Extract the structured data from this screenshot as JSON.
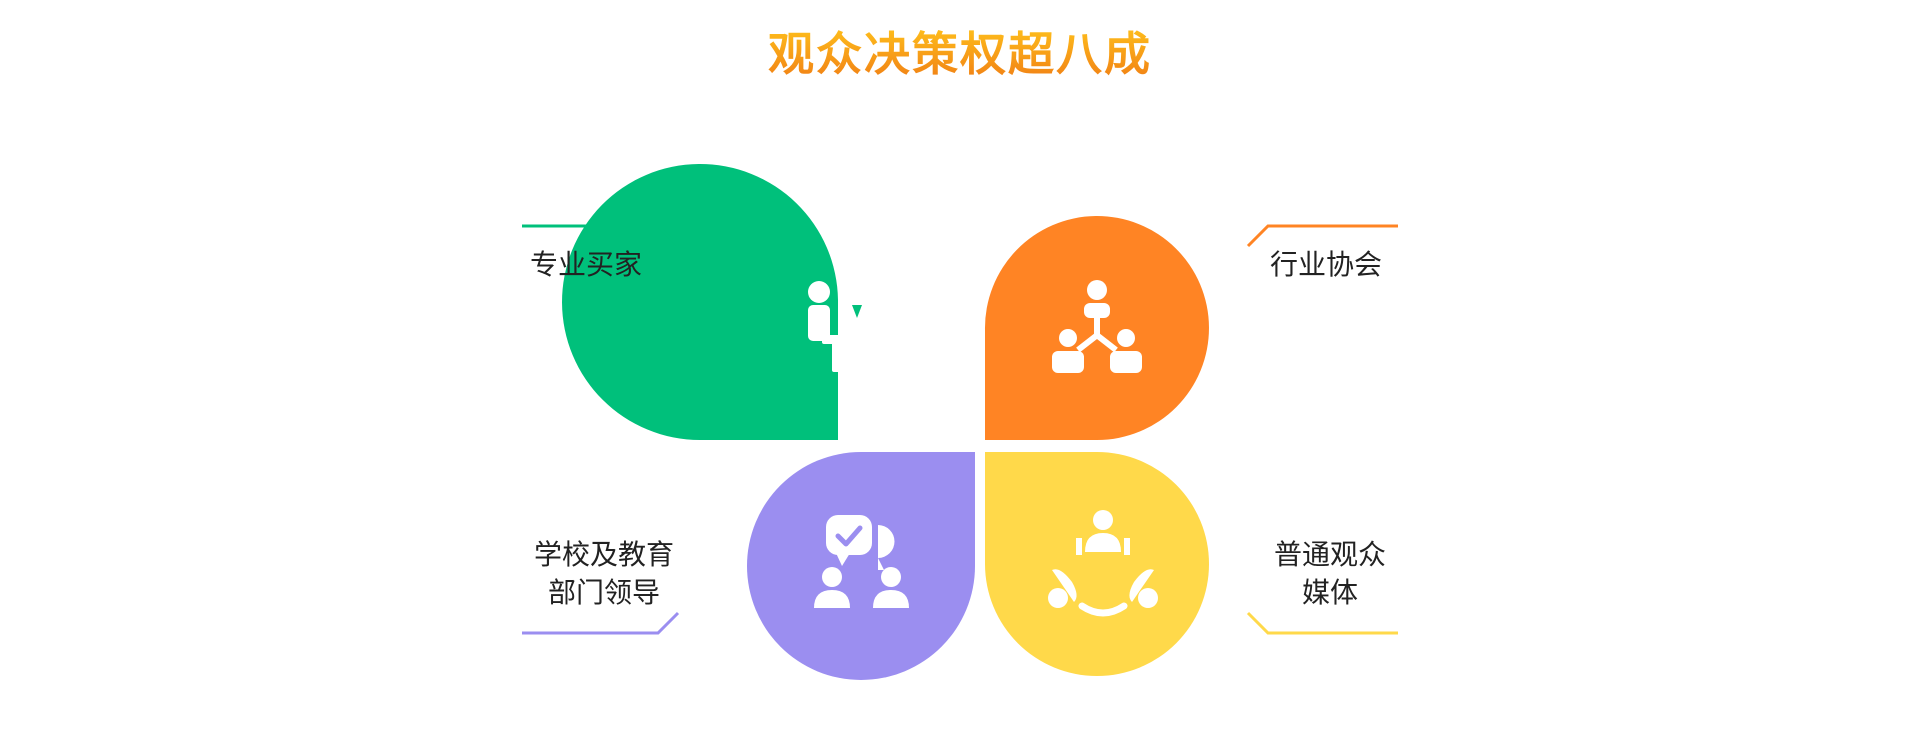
{
  "title": "观众决策权超八成",
  "colors": {
    "title_top": "#ffc21c",
    "title_bottom": "#f07c14",
    "green": "#00c07b",
    "orange": "#ff8424",
    "purple": "#9b8ef0",
    "yellow": "#ffd94a",
    "text": "#222222"
  },
  "quadrants": [
    {
      "id": "top-left",
      "label_lines": [
        "专业买家"
      ],
      "color": "#00c07b",
      "icon": "meeting-people-icon"
    },
    {
      "id": "top-right",
      "label_lines": [
        "行业协会"
      ],
      "color": "#ff8424",
      "icon": "org-hierarchy-icon"
    },
    {
      "id": "bottom-left",
      "label_lines": [
        "学校及教育",
        "部门领导"
      ],
      "color": "#9b8ef0",
      "icon": "discussion-approval-icon"
    },
    {
      "id": "bottom-right",
      "label_lines": [
        "普通观众",
        "媒体"
      ],
      "color": "#ffd94a",
      "icon": "community-network-icon"
    }
  ]
}
